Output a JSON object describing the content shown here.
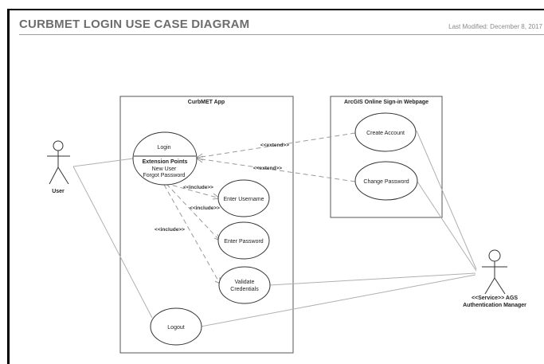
{
  "header": {
    "title": "CURBMET LOGIN USE CASE DIAGRAM",
    "last_modified": "Last Modified: December 8, 2017"
  },
  "systems": {
    "curbmet_app": "CurbMET App",
    "arcgis": "ArcGIS Online Sign-in Webpage"
  },
  "actors": {
    "user": "User",
    "ags_line1": "<<Service>> AGS",
    "ags_line2": "Authentication Manager"
  },
  "use_cases": {
    "login": "Login",
    "extension_points": "Extension Points",
    "ext_new_user": "New User",
    "ext_forgot_password": "Forgot Password",
    "enter_username": "Enter Username",
    "enter_password": "Enter Password",
    "validate_line1": "Validate",
    "validate_line2": "Credentials",
    "logout": "Logout",
    "create_account": "Create Account",
    "change_password": "Change Password"
  },
  "relations": {
    "extend": "<<extend>>",
    "include": "<<include>>"
  }
}
